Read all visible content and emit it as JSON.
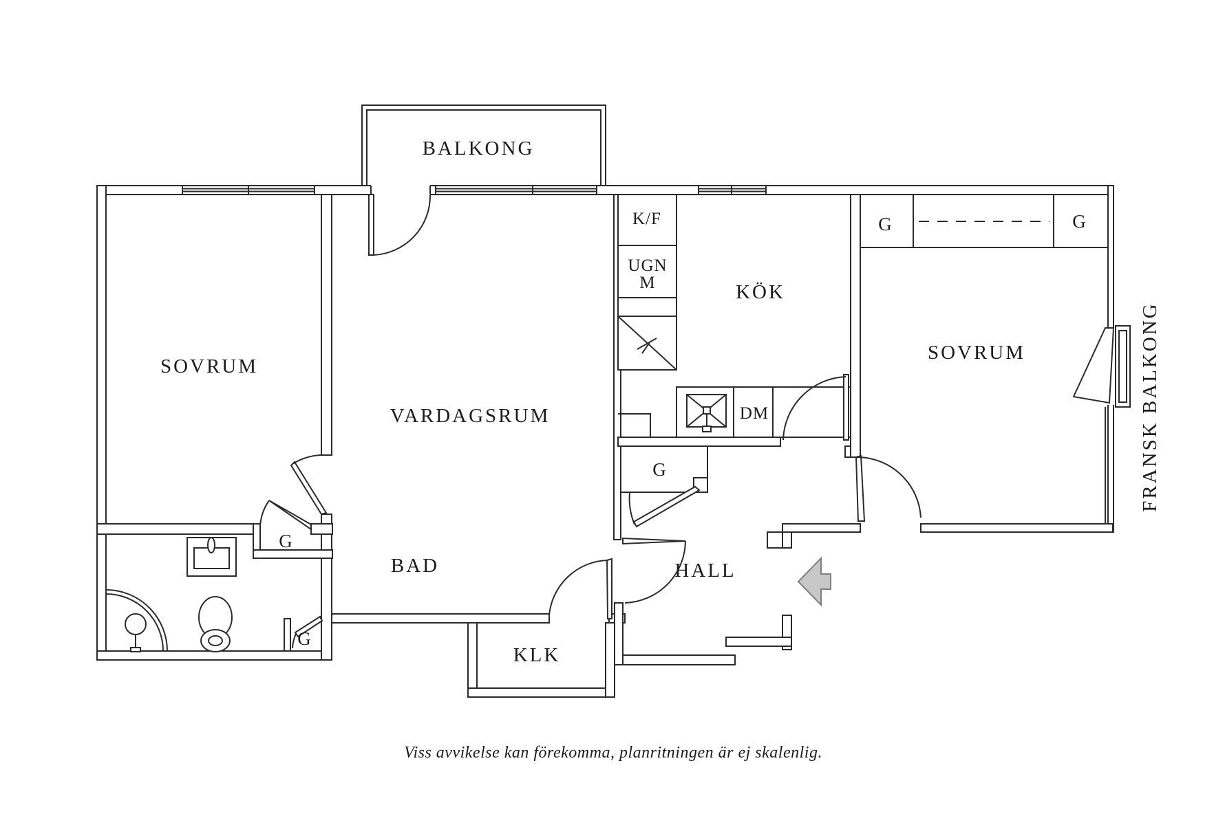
{
  "plan": {
    "rooms": {
      "balcony": "BALKONG",
      "bedroom_left": "SOVRUM",
      "living_room": "VARDAGSRUM",
      "kitchen": "KÖK",
      "bedroom_right": "SOVRUM",
      "bathroom": "BAD",
      "hall": "HALL",
      "walk_in_closet": "KLK",
      "french_balcony": "FRANSK BALKONG"
    },
    "fixtures": {
      "fridge_freezer": "K/F",
      "oven_line1": "UGN",
      "oven_line2": "M",
      "dishwasher": "DM",
      "wardrobe": "G"
    },
    "disclaimer": "Viss avvikelse kan förekomma, planritningen är ej skalenlig.",
    "colors": {
      "background": "#ffffff",
      "line": "#2b2b2b",
      "arrow_fill": "#c8c8c8",
      "arrow_stroke": "#7f7f7f"
    }
  }
}
